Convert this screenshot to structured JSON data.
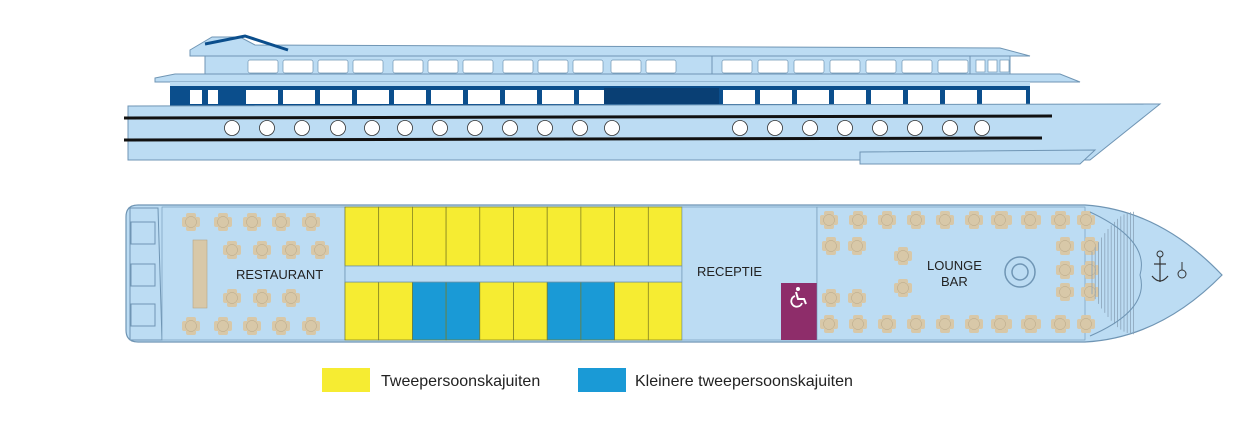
{
  "colors": {
    "hull": "#bcdcf3",
    "hull_stroke": "#6f95b4",
    "dark_band": "#0b4e8c",
    "window": "#ffffff",
    "cabin_double": "#f6ec32",
    "cabin_small_double": "#1a9ad6",
    "accessible": "#8e2d6a",
    "table": "#d8c8a8",
    "line": "#111111"
  },
  "labels": {
    "restaurant": "RESTAURANT",
    "reception": "RECEPTIE",
    "lounge_line1": "LOUNGE",
    "lounge_line2": "BAR"
  },
  "cabins": {
    "top_row": [
      "double",
      "double",
      "double",
      "double",
      "double",
      "double",
      "double",
      "double",
      "double",
      "double"
    ],
    "bottom_row": [
      "double",
      "double",
      "small_double",
      "small_double",
      "double",
      "double",
      "small_double",
      "small_double",
      "double",
      "double"
    ]
  },
  "legend": [
    {
      "key": "double",
      "label": "Tweepersoonskajuiten",
      "color": "#f6ec32"
    },
    {
      "key": "small_double",
      "label": "Kleinere tweepersoonskajuiten",
      "color": "#1a9ad6"
    }
  ],
  "icons": {
    "wheelchair": "wheelchair-icon",
    "anchor": "anchor-icon",
    "table": "table-icon"
  }
}
